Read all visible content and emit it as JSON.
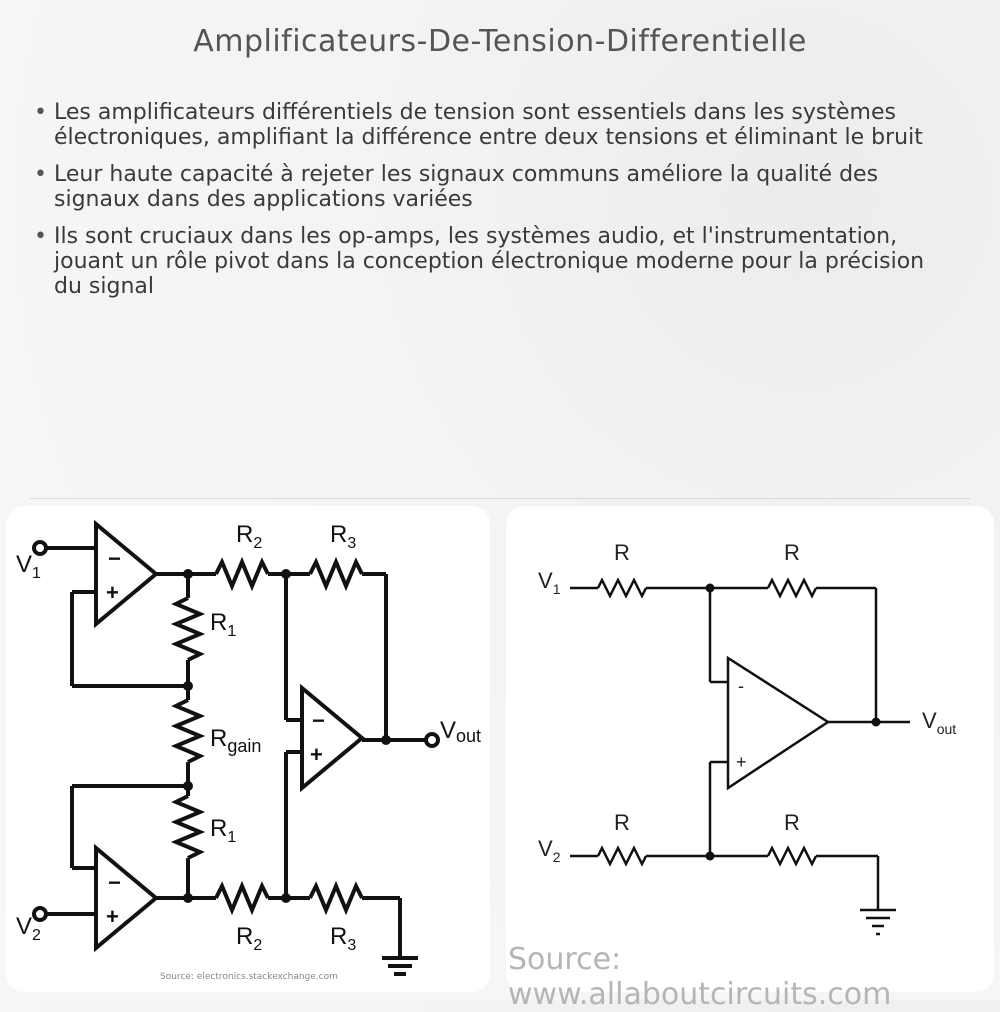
{
  "title": "Amplificateurs-De-Tension-Differentielle",
  "bullets": [
    "Les amplificateurs différentiels de tension sont essentiels dans les systèmes électroniques, amplifiant la différence entre deux tensions et éliminant le bruit",
    "Leur haute capacité à rejeter les signaux communs améliore la qualité des signaux dans des applications variées",
    "Ils sont cruciaux dans les op-amps, les systèmes audio, et l'instrumentation, jouant un rôle pivot dans la conception électronique moderne pour la précision du signal"
  ],
  "bullet_glyph": "•",
  "left_diagram": {
    "v1_main": "V",
    "v1_sub": "1",
    "v2_main": "V",
    "v2_sub": "2",
    "r2_main": "R",
    "r2_sub": "2",
    "r3_main": "R",
    "r3_sub": "3",
    "r1_main": "R",
    "r1_sub": "1",
    "rgain_main": "R",
    "rgain_sub": "gain",
    "vout_main": "V",
    "vout_sub": "out",
    "minus": "−",
    "plus": "+",
    "source": "Source: electronics.stackexchange.com"
  },
  "right_diagram": {
    "r_label": "R",
    "v1_main": "V",
    "v1_sub": "1",
    "v2_main": "V",
    "v2_sub": "2",
    "vout_main": "V",
    "vout_sub": "out",
    "minus": "-",
    "plus": "+",
    "source": "Source: www.allaboutcircuits.com"
  },
  "colors": {
    "wire": "#111111",
    "text": "#3a3a3a",
    "title": "#555555"
  }
}
